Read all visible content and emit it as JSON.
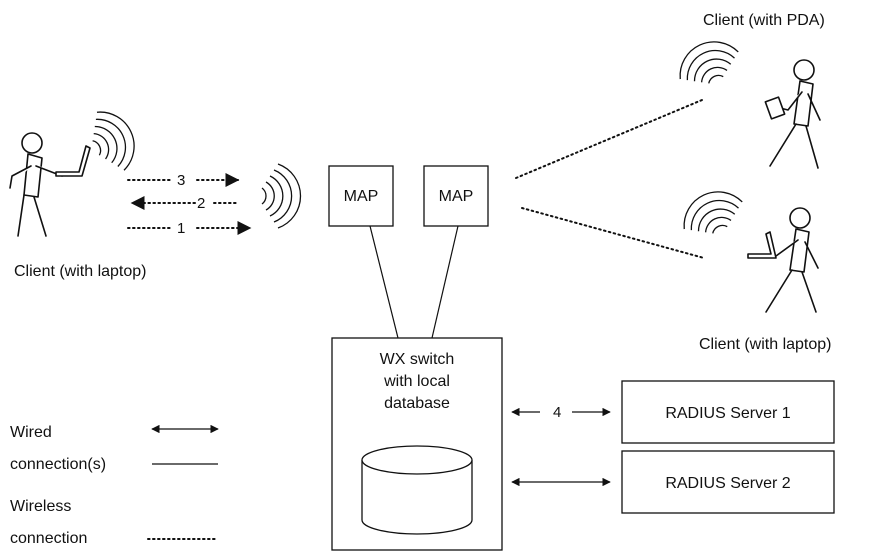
{
  "clients": {
    "left_laptop": "Client (with laptop)",
    "pda": "Client (with PDA)",
    "right_laptop": "Client (with laptop)"
  },
  "maps": [
    "MAP",
    "MAP"
  ],
  "sequence": [
    "3",
    "2",
    "1",
    "4"
  ],
  "switch": {
    "line1": "WX switch",
    "line2": "with local",
    "line3": "database"
  },
  "servers": [
    "RADIUS Server 1",
    "RADIUS Server 2"
  ],
  "legend": {
    "wired_line1": "Wired",
    "wired_line2": "connection(s)",
    "wireless_line1": "Wireless",
    "wireless_line2": "connection"
  }
}
